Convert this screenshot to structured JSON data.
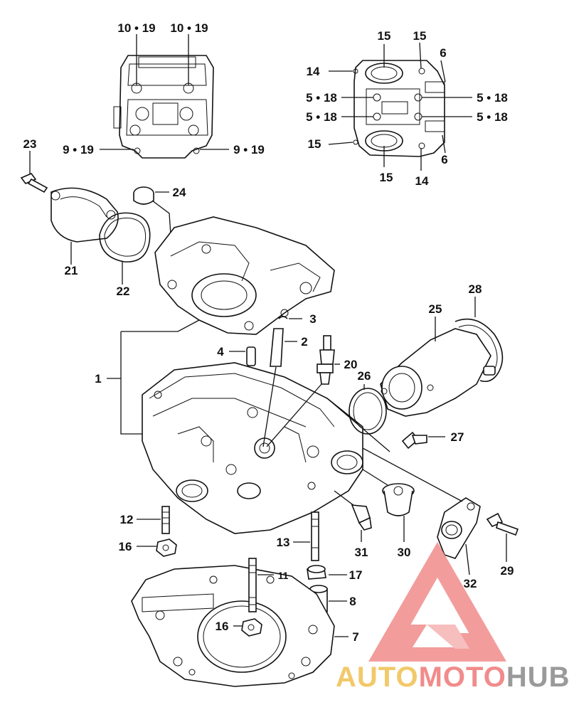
{
  "callouts": {
    "c1": "1",
    "c2": "2",
    "c3": "3",
    "c4": "4",
    "c5a": "5 • 18",
    "c5b": "5 • 18",
    "c5c": "5 • 18",
    "c5d": "5 • 18",
    "c6a": "6",
    "c6b": "6",
    "c7": "7",
    "c8": "8",
    "c9a": "9 • 19",
    "c9b": "9 • 19",
    "c10a": "10 • 19",
    "c10b": "10 • 19",
    "c11": "11",
    "c12": "12",
    "c13": "13",
    "c14a": "14",
    "c14b": "14",
    "c15a": "15",
    "c15b": "15",
    "c15c": "15",
    "c15d": "15",
    "c16a": "16",
    "c16b": "16",
    "c17": "17",
    "c20": "20",
    "c21": "21",
    "c22": "22",
    "c23": "23",
    "c24": "24",
    "c25": "25",
    "c26": "26",
    "c27": "27",
    "c28": "28",
    "c29": "29",
    "c30": "30",
    "c31": "31",
    "c32": "32"
  },
  "watermark": {
    "part1": "AUTO",
    "part2": "MOTO",
    "part3": "HUB",
    "color_gold": "#f2c96a",
    "color_red": "#f28b8b",
    "color_gray": "#9a9a9a"
  }
}
